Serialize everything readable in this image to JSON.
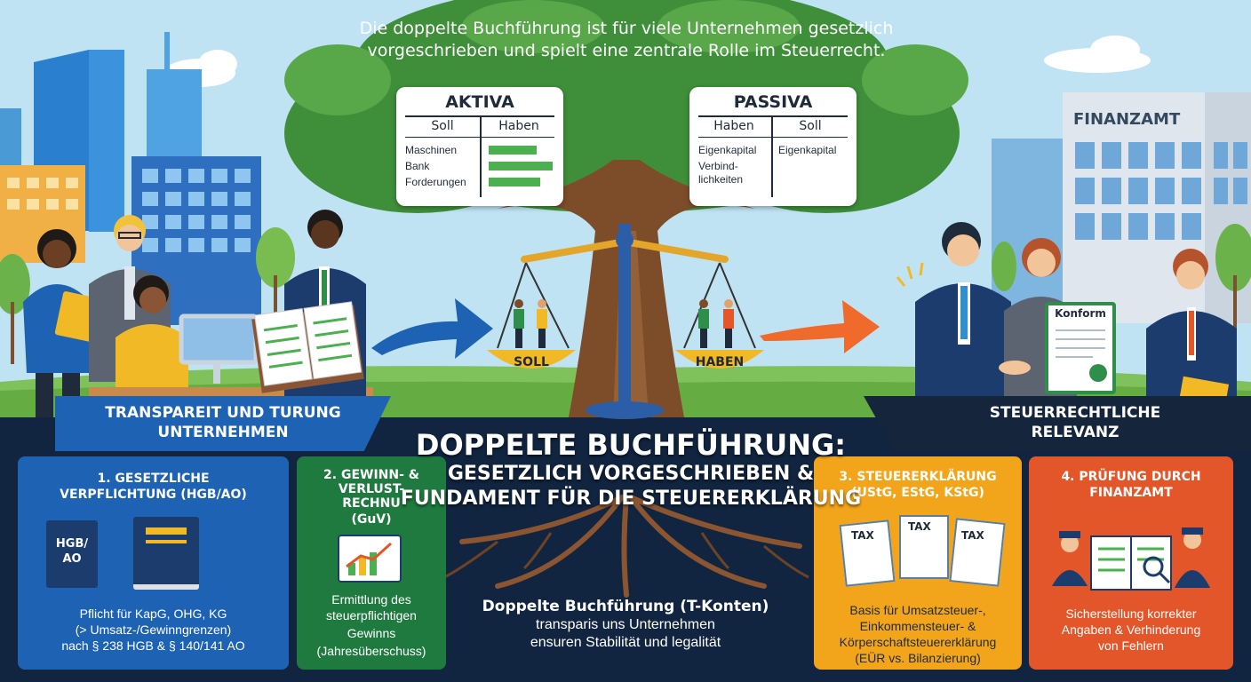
{
  "intro": {
    "line1": "Die doppelte Buchführung ist für viele Unternehmen gesetzlich",
    "line2": "vorgeschrieben und spielt eine zentrale Rolle im Steuerrecht."
  },
  "aktiva": {
    "title": "AKTIVA",
    "col_left": "Soll",
    "col_right": "Haben",
    "rows": [
      "Maschinen",
      "Bank",
      "Forderungen"
    ]
  },
  "passiva": {
    "title": "PASSIVA",
    "col_left": "Haben",
    "col_right": "Soll",
    "rows": [
      "Eigenkapital",
      "Verbind-",
      "lichkeiten"
    ],
    "right_row": "Eigenkapital"
  },
  "scale": {
    "left_label": "SOLL",
    "right_label": "HABEN"
  },
  "building": {
    "label": "FINANZAMT"
  },
  "certificate": {
    "label": "Konform"
  },
  "banner_left": {
    "line1": "TRANSPAREIT UND TURUNG",
    "line2": "UNTERNEHMEN"
  },
  "banner_right": {
    "line1": "STEUERRECHTLICHE",
    "line2": "RELEVANZ"
  },
  "main_title": {
    "line1": "DOPPELTE BUCHFÜHRUNG:",
    "line2": "GESETZLICH VORGESCHRIEBEN &",
    "line3": "FUNDAMENT FÜR DIE STEUERERKLÄRUNG"
  },
  "panels": {
    "p1": {
      "title1": "1. GESETZLICHE",
      "title2": "VERPFLICHTUNG (HGB/AO)",
      "book_label1": "HGB/",
      "book_label2": "AO",
      "text1": "Pflicht für KapG, OHG, KG",
      "text2": "(> Umsatz-/Gewinngrenzen)",
      "text3": "nach § 238 HGB & § 140/141 AO",
      "color": "#1e63b3"
    },
    "p2": {
      "title1": "2. GEWINN- &",
      "title2": "VERLUST-",
      "title3": "RECHNU",
      "title4": "(GuV)",
      "text1": "Ermittlung des",
      "text2": "steuerpflichtigen",
      "text3": "Gewinns",
      "text4": "(Jahresüberschuss)",
      "color": "#1f7a3f"
    },
    "p3": {
      "title1": "3. STEUERERKLÄRUNG",
      "title2": "(UStG, EStG, KStG)",
      "tax_label": "TAX",
      "text1": "Basis für Umsatzsteuer-,",
      "text2": "Einkommensteuer- &",
      "text3": "Körperschaftsteuererklärung",
      "text4": "(EÜR vs. Bilanzierung)",
      "color": "#f2a51a"
    },
    "p4": {
      "title1": "4. PRÜFUNG DURCH",
      "title2": "FINANZAMT",
      "text1": "Sicherstellung korrekter",
      "text2": "Angaben & Verhinderung",
      "text3": "von Fehlern",
      "color": "#e2562a"
    }
  },
  "center": {
    "line1": "Doppelte Buchführung (T-Konten)",
    "line2": "transparis uns Unternehmen",
    "line3": "ensuren Stabilität und legalität"
  }
}
